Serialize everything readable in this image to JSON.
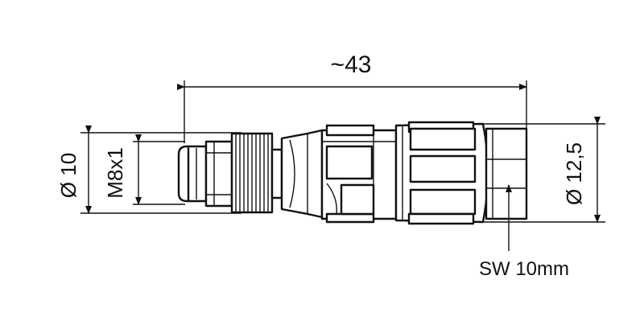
{
  "diagram": {
    "overall_length_label": "~43",
    "left_diameter_label": "Ø 10",
    "thread_label": "M8x1",
    "right_diameter_label": "Ø 12,5",
    "wrench_size_label": "SW 10mm"
  }
}
